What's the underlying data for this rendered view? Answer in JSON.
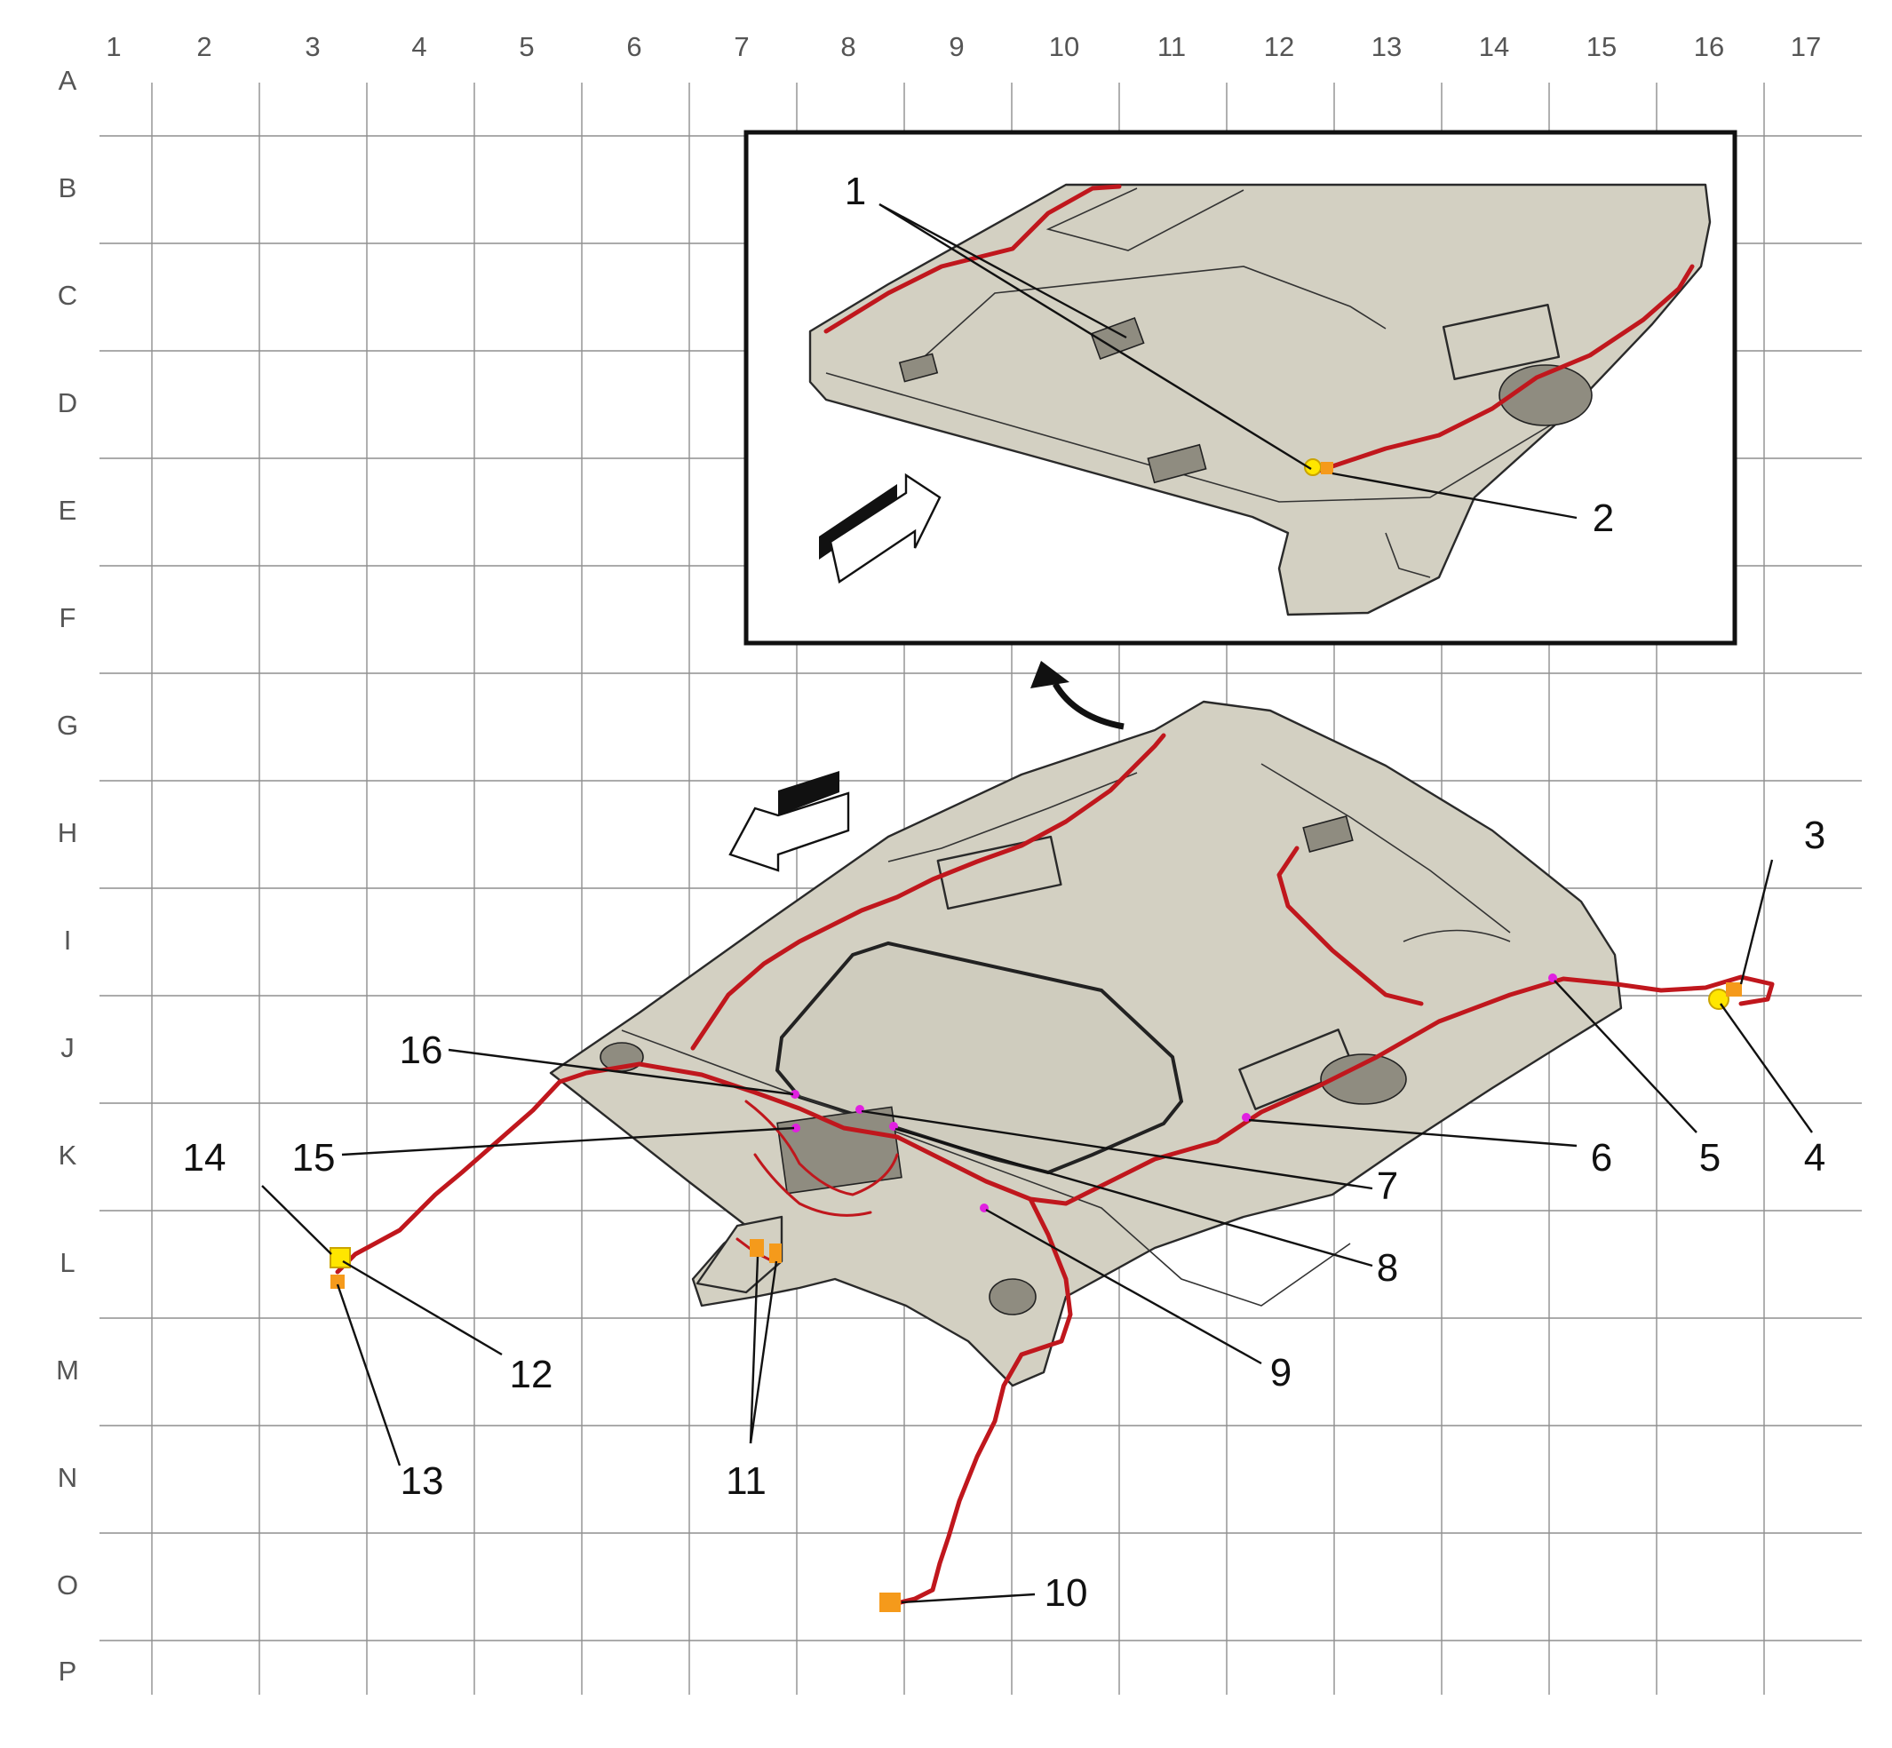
{
  "grid": {
    "columns": [
      "1",
      "2",
      "3",
      "4",
      "5",
      "6",
      "7",
      "8",
      "9",
      "10",
      "11",
      "12",
      "13",
      "14",
      "15",
      "16",
      "17"
    ],
    "rows": [
      "A",
      "B",
      "C",
      "D",
      "E",
      "F",
      "G",
      "H",
      "I",
      "J",
      "K",
      "L",
      "M",
      "N",
      "O",
      "P"
    ]
  },
  "callouts": [
    {
      "id": "1",
      "label": "1"
    },
    {
      "id": "2",
      "label": "2"
    },
    {
      "id": "3",
      "label": "3"
    },
    {
      "id": "4",
      "label": "4"
    },
    {
      "id": "5",
      "label": "5"
    },
    {
      "id": "6",
      "label": "6"
    },
    {
      "id": "7",
      "label": "7"
    },
    {
      "id": "8",
      "label": "8"
    },
    {
      "id": "9",
      "label": "9"
    },
    {
      "id": "10",
      "label": "10"
    },
    {
      "id": "11",
      "label": "11"
    },
    {
      "id": "12",
      "label": "12"
    },
    {
      "id": "13",
      "label": "13"
    },
    {
      "id": "14",
      "label": "14"
    },
    {
      "id": "15",
      "label": "15"
    },
    {
      "id": "16",
      "label": "16"
    }
  ],
  "colors": {
    "wire": "#c0171d",
    "panel": "#d3d0c2",
    "connector_yellow": "#ffe600",
    "connector_orange": "#f59a1b",
    "splice_magenta": "#e020e0",
    "grid": "#8f8f8f"
  }
}
